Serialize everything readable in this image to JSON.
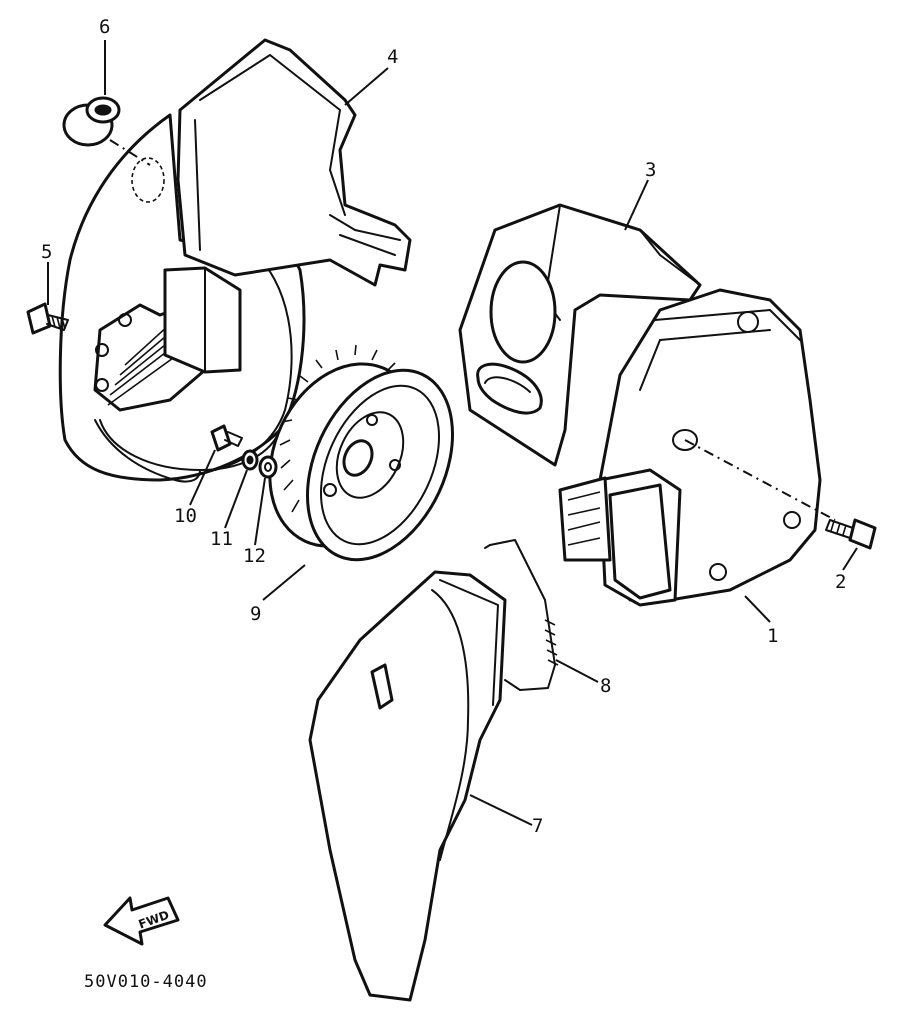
{
  "diagram_code": "50V010-4040",
  "direction_label": "FWD",
  "callouts": [
    {
      "id": "1",
      "text": "1"
    },
    {
      "id": "2",
      "text": "2"
    },
    {
      "id": "3",
      "text": "3"
    },
    {
      "id": "4",
      "text": "4"
    },
    {
      "id": "5",
      "text": "5"
    },
    {
      "id": "6",
      "text": "6"
    },
    {
      "id": "7",
      "text": "7"
    },
    {
      "id": "8",
      "text": "8"
    },
    {
      "id": "9",
      "text": "9"
    },
    {
      "id": "10",
      "text": "10"
    },
    {
      "id": "11",
      "text": "11"
    },
    {
      "id": "12",
      "text": "12"
    }
  ]
}
